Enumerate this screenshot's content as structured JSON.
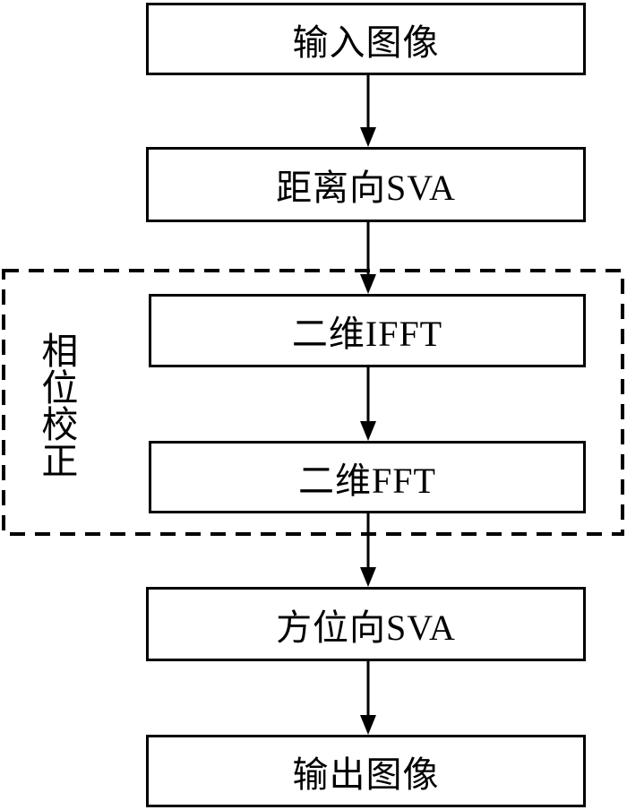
{
  "diagram": {
    "type": "flowchart",
    "nodes": [
      {
        "id": "input-image",
        "label": "输入图像"
      },
      {
        "id": "range-sva",
        "label": "距离向SVA"
      },
      {
        "id": "2d-ifft",
        "label": "二维IFFT"
      },
      {
        "id": "2d-fft",
        "label": "二维FFT"
      },
      {
        "id": "azimuth-sva",
        "label": "方位向SVA"
      },
      {
        "id": "output-image",
        "label": "输出图像"
      }
    ],
    "group": {
      "label": "相位校正",
      "contains": [
        "2d-ifft",
        "2d-fft"
      ],
      "border_style": "dashed"
    },
    "edges": [
      {
        "from": "input-image",
        "to": "range-sva"
      },
      {
        "from": "range-sva",
        "to": "2d-ifft"
      },
      {
        "from": "2d-ifft",
        "to": "2d-fft"
      },
      {
        "from": "2d-fft",
        "to": "azimuth-sva"
      },
      {
        "from": "azimuth-sva",
        "to": "output-image"
      }
    ],
    "colors": {
      "line": "#000000",
      "text": "#000000",
      "background": "#ffffff"
    }
  }
}
